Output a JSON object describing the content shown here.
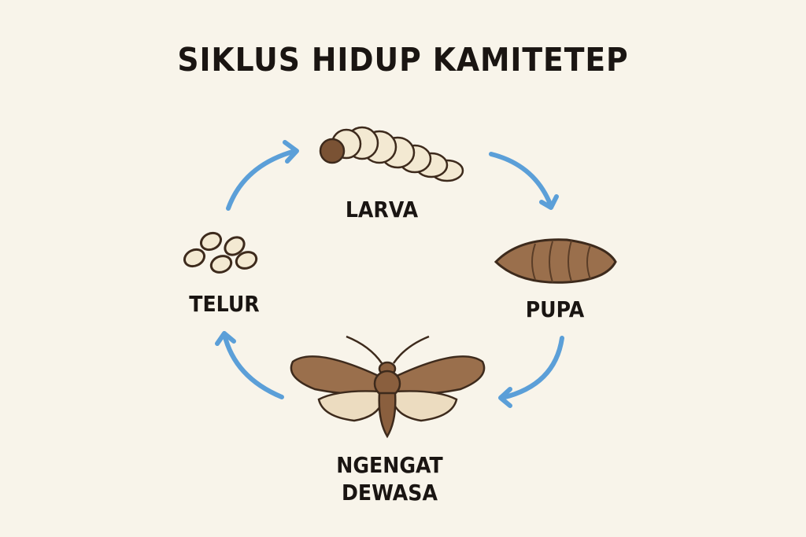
{
  "title": "SIKLUS HIDUP KAMITETEP",
  "stages": [
    {
      "id": "larva",
      "label": "LARVA",
      "icon": "larva-icon"
    },
    {
      "id": "pupa",
      "label": "PUPA",
      "icon": "pupa-icon"
    },
    {
      "id": "adult",
      "label_line1": "NGENGAT",
      "label_line2": "DEWASA",
      "icon": "moth-icon"
    },
    {
      "id": "egg",
      "label": "TELUR",
      "icon": "eggs-icon"
    }
  ],
  "colors": {
    "background": "#f8f4ea",
    "arrow": "#5b9fd8",
    "text": "#1a1512",
    "brown": "#9a6f4c",
    "outline": "#3d2a1c",
    "cream": "#f3e9d2"
  },
  "flow": [
    "TELUR",
    "LARVA",
    "PUPA",
    "NGENGAT DEWASA",
    "TELUR"
  ]
}
